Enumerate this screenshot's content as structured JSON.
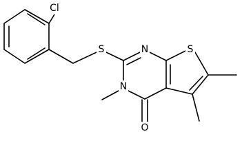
{
  "molecule": {
    "atoms": {
      "cl": "Cl",
      "s_thioether": "S",
      "s_thiophene": "S",
      "n_top": "N",
      "n_methyl": "N",
      "o_carbonyl": "O"
    }
  }
}
